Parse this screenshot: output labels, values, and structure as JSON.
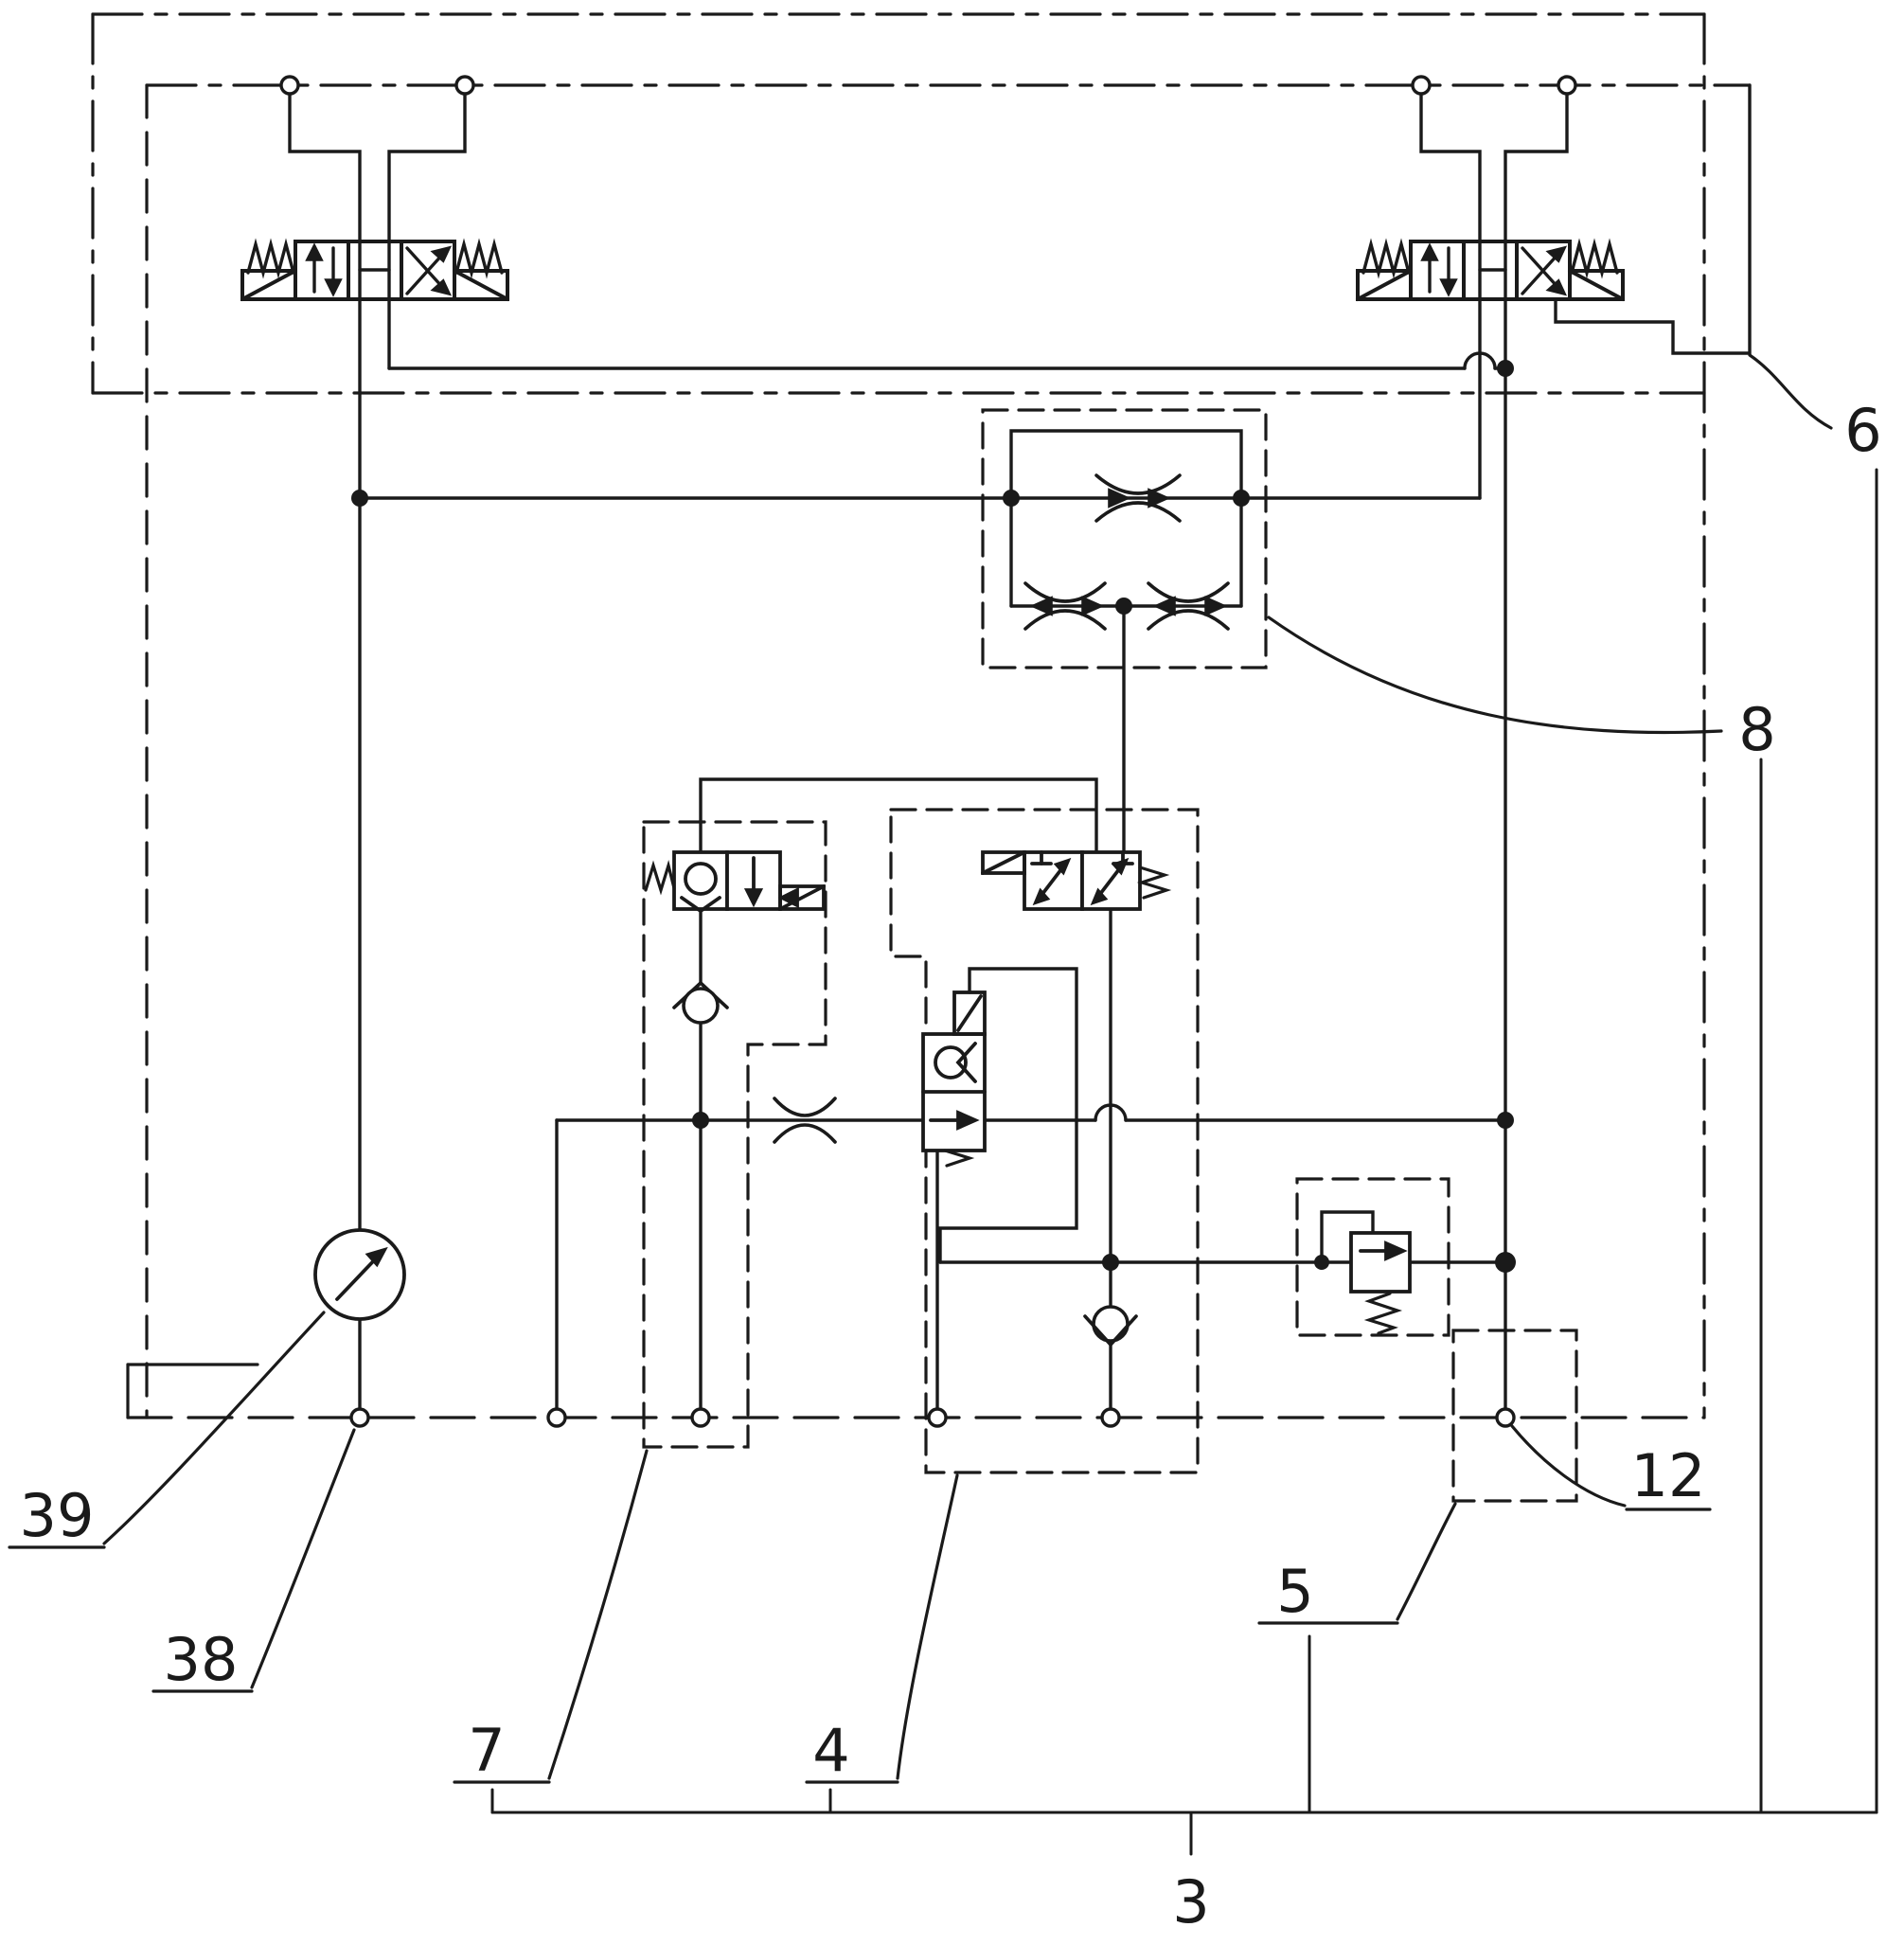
{
  "drawing": {
    "type": "hydraulic-circuit-schematic",
    "style": "patent-line-drawing",
    "colors": {
      "line": "#1a1a1a",
      "background": "#ffffff"
    }
  },
  "labels": {
    "l3": "3",
    "l4": "4",
    "l5": "5",
    "l6": "6",
    "l7": "7",
    "l8": "8",
    "l12": "12",
    "l38": "38",
    "l39": "39"
  },
  "icons": [
    "solenoid-directional-valve-icon",
    "spring-return-icon",
    "solenoid-actuator-icon",
    "throttle-orifice-icon",
    "check-valve-icon",
    "pilot-operated-check-valve-icon",
    "pressure-relief-valve-icon",
    "pressure-gauge-icon",
    "port-connection-icon",
    "junction-dot-icon",
    "line-bridge-icon"
  ]
}
